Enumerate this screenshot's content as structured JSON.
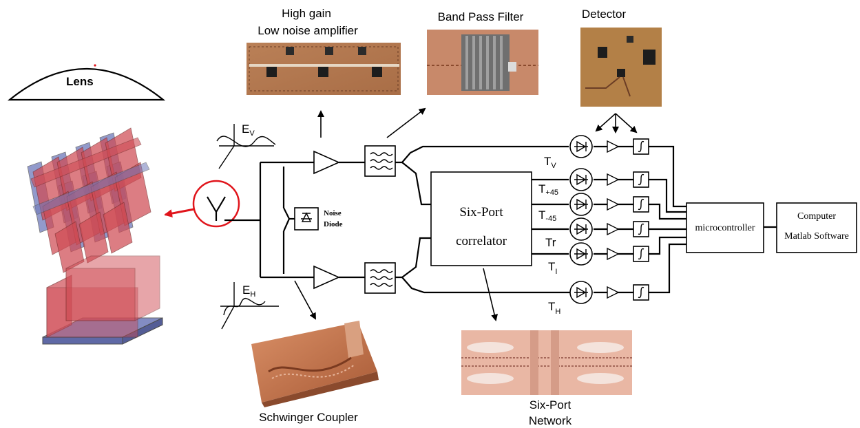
{
  "labels": {
    "lens": "Lens",
    "lna_line1": "High gain",
    "lna_line2": "Low noise amplifier",
    "bpf": "Band Pass Filter",
    "detector": "Detector",
    "noise_line1": "Noise",
    "noise_line2": "Diode",
    "sixport_line1": "Six-Port",
    "sixport_line2": "correlator",
    "microcontroller": "microcontroller",
    "computer_line1": "Computer",
    "computer_line2": "Matlab Software",
    "schwinger": "Schwinger Coupler",
    "network_line1": "Six-Port",
    "network_line2": "Network",
    "ev_main": "E",
    "ev_sub": "V",
    "eh_main": "E",
    "eh_sub": "H"
  },
  "outputs": [
    {
      "main": "T",
      "sub": "V"
    },
    {
      "main": "T",
      "sub": "+45"
    },
    {
      "main": "T",
      "sub": "-45"
    },
    {
      "main": "Tr",
      "sub": ""
    },
    {
      "main": "T",
      "sub": "I"
    },
    {
      "main": "T",
      "sub": "H"
    }
  ],
  "colors": {
    "antenna_circle": "#e0141b",
    "lens_red": "#c8323c",
    "lens_blue": "#5a66b0",
    "copper": "#c8764e",
    "pcb": "#b98a55",
    "board": "#8a5a3c"
  }
}
